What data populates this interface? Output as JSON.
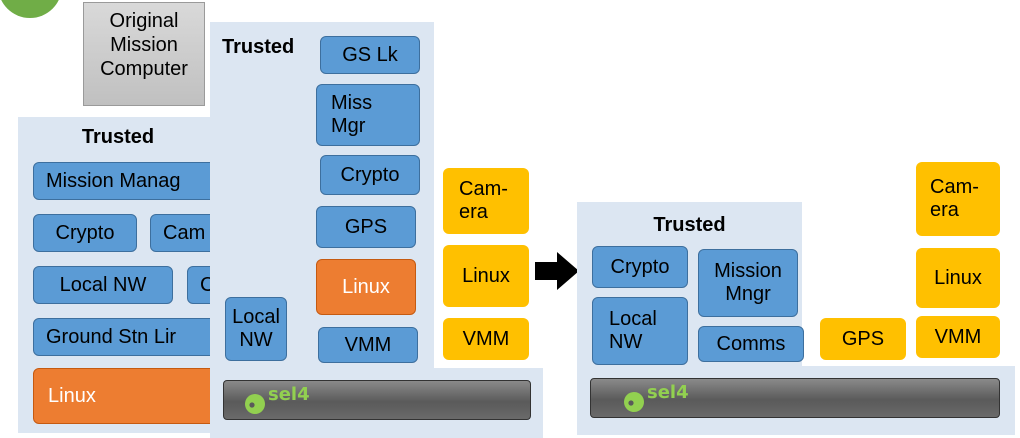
{
  "legacy": {
    "original_computer": "Original\nMission\nComputer",
    "trusted_label": "Trusted",
    "components": [
      "Mission Manag",
      "Crypto",
      "Cam",
      "Local NW",
      "C",
      "Ground Stn Lir"
    ],
    "linux": "Linux"
  },
  "virtualized": {
    "trusted_label": "Trusted",
    "components": [
      "GS Lk",
      "Miss\nMgr",
      "Crypto",
      "GPS"
    ],
    "linux": "Linux",
    "local_nw": "Local\nNW",
    "vmm": "VMM",
    "untrusted": {
      "camera": "Cam-\nera",
      "linux": "Linux",
      "vmm": "VMM"
    },
    "kernel_label": "sel4"
  },
  "target": {
    "trusted_label": "Trusted",
    "components": {
      "crypto": "Crypto",
      "mission_mngr": "Mission\nMngr",
      "local_nw": "Local\nNW",
      "comms": "Comms"
    },
    "gps": "GPS",
    "untrusted": {
      "camera": "Cam-\nera",
      "linux": "Linux",
      "vmm": "VMM"
    },
    "kernel_label": "sel4"
  },
  "colors": {
    "trusted_panel": "#dce6f2",
    "trusted_component": "#5b9bd5",
    "linux": "#ed7d31",
    "untrusted": "#ffc000",
    "sel4_logo": "#92d050"
  }
}
